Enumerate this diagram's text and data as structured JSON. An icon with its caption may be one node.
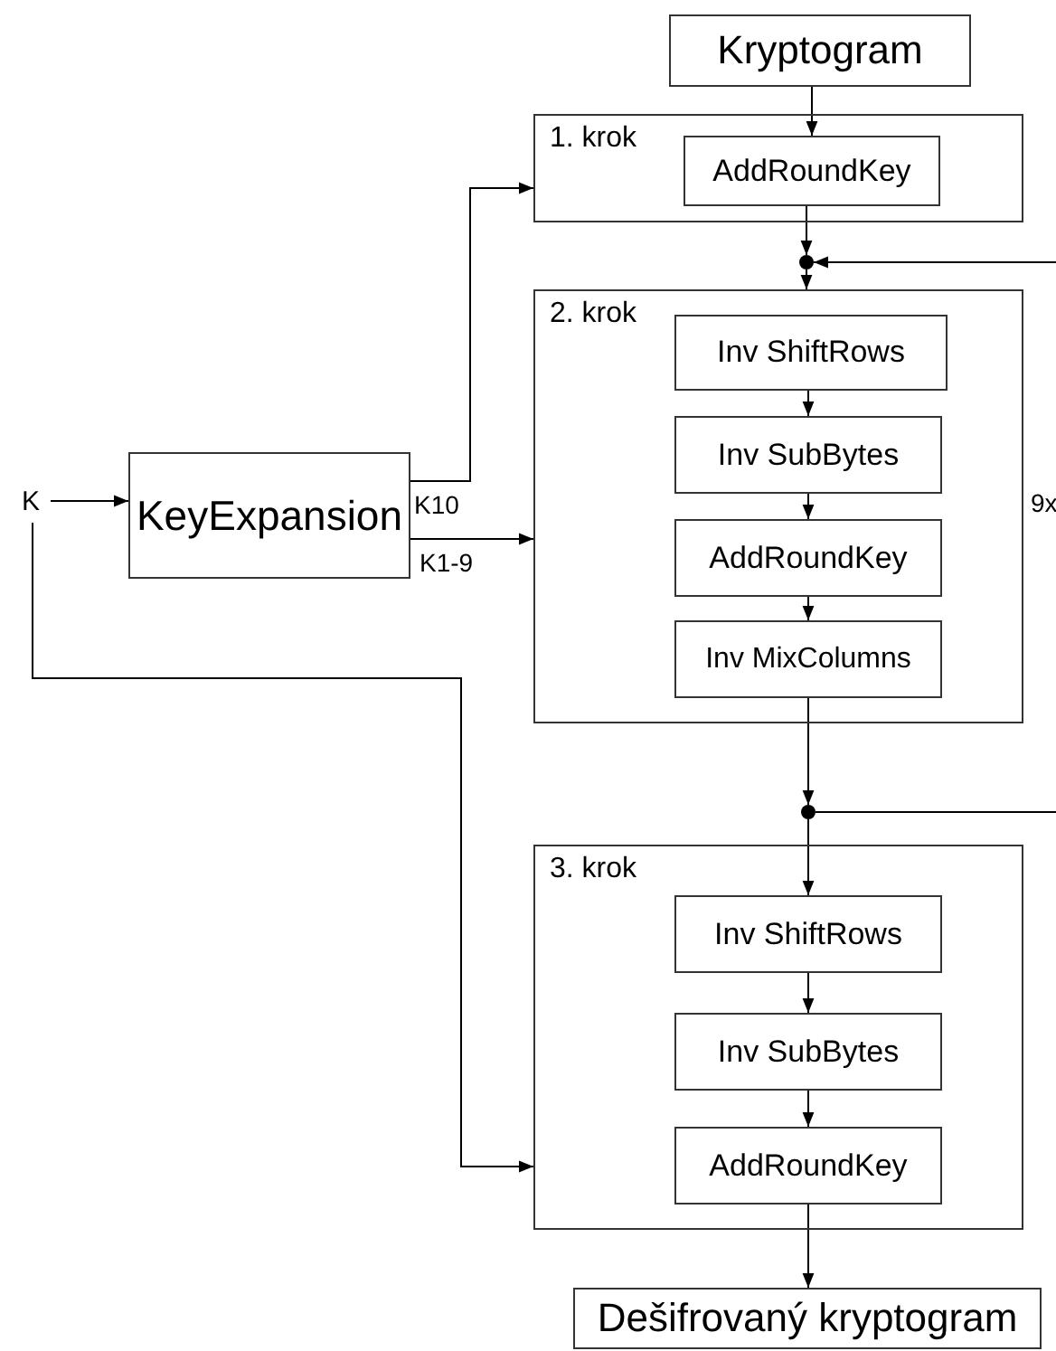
{
  "diagram": {
    "nodes": [
      {
        "text": [
          "Kryptogram"
        ]
      },
      {
        "text": [
          "1. krok"
        ]
      },
      {
        "text": [
          "AddRoundKey"
        ],
        "in": 1
      },
      {
        "text": [],
        "shape": "circle"
      },
      {
        "text": [
          "2. krok"
        ],
        "beside": [
          "9x"
        ]
      },
      {
        "text": [
          "Inv ShiftRows"
        ],
        "in": 4
      },
      {
        "text": [
          "Inv SubBytes"
        ],
        "in": 4
      },
      {
        "text": [
          "AddRoundKey"
        ],
        "in": 4
      },
      {
        "text": [
          "Inv MixColumns"
        ],
        "in": 4
      },
      {
        "text": [],
        "shape": "circle"
      },
      {
        "text": [
          "3. krok"
        ]
      },
      {
        "text": [
          "Inv ShiftRows"
        ],
        "in": 10
      },
      {
        "text": [
          "Inv SubBytes"
        ],
        "in": 10
      },
      {
        "text": [
          "AddRoundKey"
        ],
        "in": 10
      },
      {
        "text": [
          "Dešifrovaný kryptogram"
        ]
      },
      {
        "text": [
          "K"
        ]
      },
      {
        "text": [
          "KeyExpansion"
        ]
      }
    ],
    "edges": [
      {
        "from": 0,
        "to": 2,
        "arrow": "to"
      },
      {
        "from": 2,
        "to": 3,
        "arrow": "to"
      },
      {
        "from": null,
        "to": 3,
        "arrow": "to"
      },
      {
        "from": 3,
        "to": 4,
        "arrow": "to"
      },
      {
        "from": 5,
        "to": 6,
        "arrow": "to"
      },
      {
        "from": 6,
        "to": 7,
        "arrow": "to"
      },
      {
        "from": 7,
        "to": 8,
        "arrow": "to"
      },
      {
        "from": 8,
        "to": 9,
        "arrow": "to"
      },
      {
        "from": 9,
        "to": null,
        "arrow": "none"
      },
      {
        "from": 9,
        "to": 11,
        "arrow": "to"
      },
      {
        "from": 11,
        "to": 12,
        "arrow": "to"
      },
      {
        "from": 12,
        "to": 13,
        "arrow": "to"
      },
      {
        "from": 13,
        "to": 14,
        "arrow": "to"
      },
      {
        "from": 15,
        "to": 16,
        "arrow": "to"
      },
      {
        "from": 16,
        "to": 1,
        "arrow": "to",
        "label": "K10"
      },
      {
        "from": 16,
        "to": 4,
        "arrow": "to",
        "label": "K1-9"
      },
      {
        "from": 15,
        "to": 10,
        "arrow": "to"
      }
    ]
  }
}
